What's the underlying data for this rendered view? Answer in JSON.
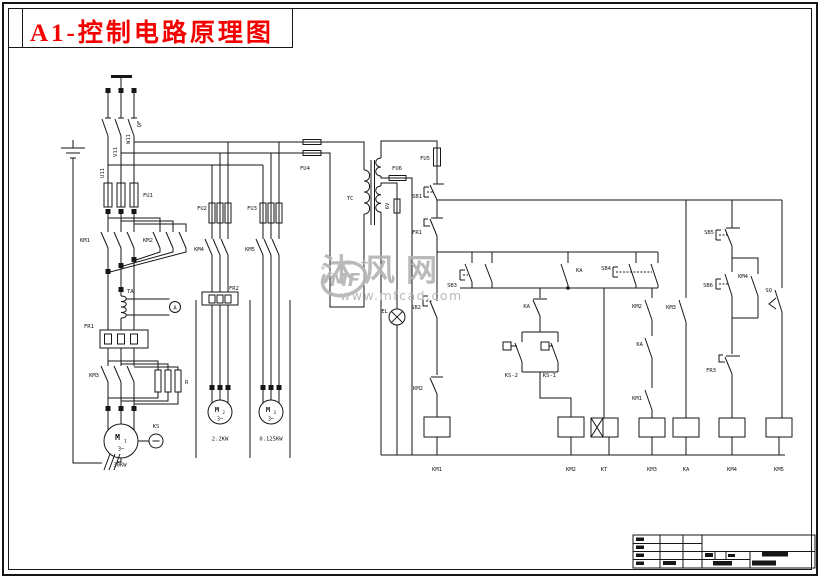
{
  "page": {
    "title": "A1-控制电路原理图"
  },
  "watermark": {
    "logo": "MF",
    "brand": "沐风网",
    "url": "www.mfcad.com"
  },
  "labels": {
    "qf": "QF",
    "u11": "U11",
    "v11": "V11",
    "w11": "W11",
    "fu1": "FU1",
    "fu2": "FU2",
    "fu3": "FU3",
    "fu4": "FU4",
    "fu5": "FU5",
    "fu6": "FU6",
    "tc": "TC",
    "v6": "6V",
    "ta": "TA",
    "amp": "A",
    "el": "EL",
    "r": "R",
    "ks": "KS",
    "km1": "KM1",
    "km2": "KM2",
    "km3": "KM3",
    "km4": "KM4",
    "km5": "KM5",
    "fr1": "FR1",
    "fr2": "FR2",
    "fr3": "FR3",
    "m": "M",
    "s1": "1",
    "s2": "2",
    "s3": "3",
    "ph": "3~",
    "m1kw": "30KW",
    "m2kw": "2.2KW",
    "m3kw": "0.125KW",
    "sb1": "SB1",
    "sb2": "SB2",
    "sb3": "SB3",
    "sb4": "SB4",
    "sb5": "SB5",
    "sb6": "SB6",
    "ka": "KA",
    "kt": "KT",
    "ks1": "KS-1",
    "ks2": "KS-2",
    "sq": "SQ"
  }
}
